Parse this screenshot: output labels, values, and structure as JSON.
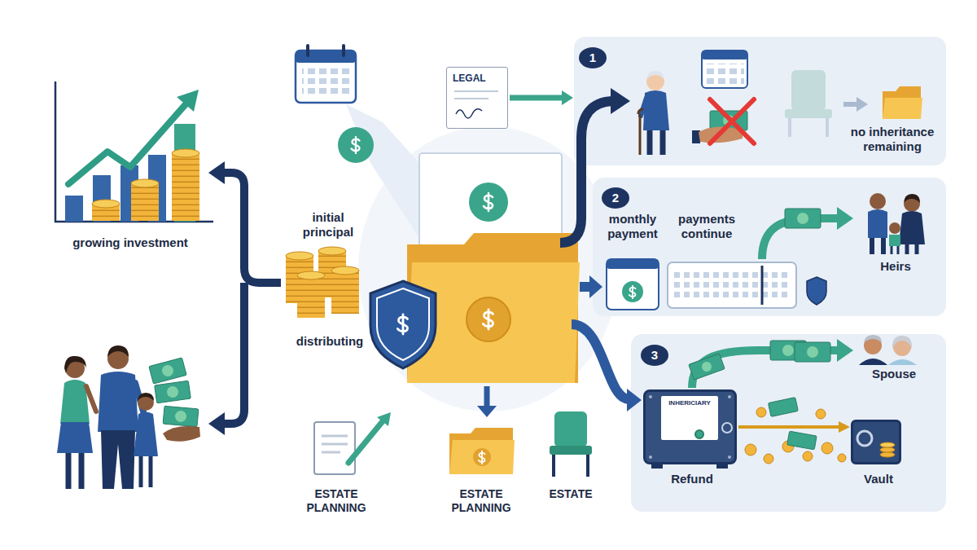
{
  "diagram": {
    "nodes": [
      {
        "text": [
          "LEGAL"
        ]
      },
      {
        "text": [
          "no inheritance remaining"
        ]
      },
      {
        "text": [
          "1"
        ],
        "in": 1
      },
      {
        "text": [
          "monthly payment",
          "payments continue",
          "Heirs"
        ]
      },
      {
        "text": [
          "2"
        ],
        "in": 3
      },
      {
        "text": [
          "Spouse"
        ]
      },
      {
        "text": [
          "3"
        ],
        "in": 5
      },
      {
        "text": [
          "INHERICIARY",
          "Refund"
        ],
        "in": 5
      },
      {
        "text": [
          "Vault"
        ],
        "in": 5
      }
    ],
    "edges": [
      {
        "from": 0,
        "to": 1,
        "arrow": "to"
      },
      {
        "from": 7,
        "to": 8,
        "arrow": "to"
      }
    ],
    "labels": [
      "growing investment",
      "initial principal",
      "distributing",
      "ESTATE PLANNING",
      "ESTATE PLANNING",
      "ESTATE"
    ]
  }
}
